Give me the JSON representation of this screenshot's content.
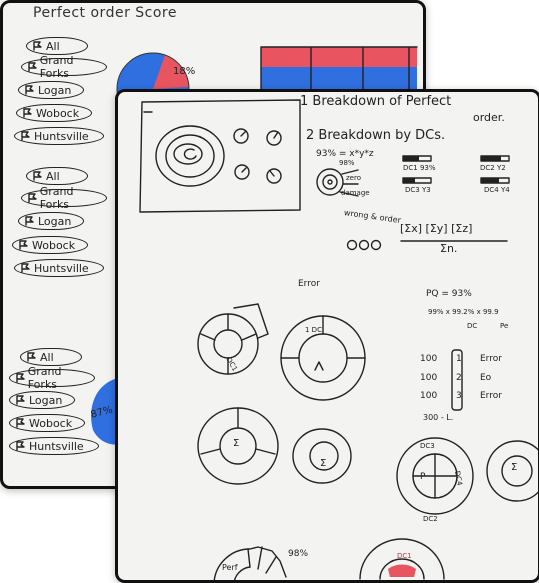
{
  "back_sheet": {
    "title": "Perfect order Score",
    "groups": [
      [
        "All",
        "Grand Forks",
        "Logan",
        "Wobock",
        "Huntsville"
      ],
      [
        "All",
        "Grand Forks",
        "Logan",
        "Wobock",
        "Huntsville"
      ],
      [
        "All",
        "Grand Forks",
        "Logan",
        "Wobock",
        "Huntsville"
      ]
    ],
    "pie_label": "18%",
    "bottom_label": "87%",
    "colors": {
      "blue": "#2f6fe0",
      "red": "#e85560",
      "ink": "#222222",
      "paper": "#f3f3f1"
    }
  },
  "front_sheet": {
    "note_1": "1 Breakdown of Perfect",
    "note_1b": "order.",
    "note_2": "2 Breakdown by DCs.",
    "formula": "93% = x*y*z",
    "side_labels": [
      "98%",
      "zero",
      "damage"
    ],
    "wrong_note": "wrong & order",
    "dc_labels": [
      "DC1 93%",
      "DC2 Y2",
      "DC3 Y3",
      "DC4 Y4"
    ],
    "equation_top": "[Σx] [Σy] [Σz]",
    "equation_bottom": "Σn.",
    "error_label": "Error",
    "pq_formula": "PQ = 93%",
    "pq_detail": "99% x 99.2% x 99.9",
    "pq_terms": [
      "DC",
      "Pe"
    ],
    "rows": [
      {
        "value": "100",
        "index": "1",
        "label": "Error"
      },
      {
        "value": "100",
        "index": "2",
        "label": "Eo"
      },
      {
        "value": "100",
        "index": "3",
        "label": "Error"
      }
    ],
    "row_total": "300 - L.",
    "donut_labels": [
      "DC1",
      "1 DC",
      "Σ",
      "Σ",
      "DC3",
      "DC4",
      "DC2",
      "P",
      "Σ"
    ],
    "bottom_value": "98%",
    "bottom_label": "Perf",
    "bottom_dc": "DC1"
  }
}
